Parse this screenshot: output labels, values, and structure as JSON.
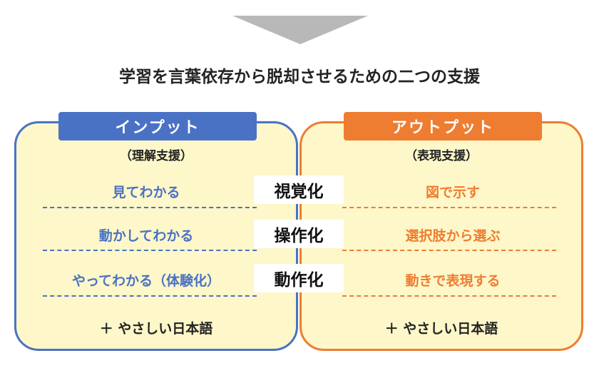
{
  "title": "学習を言葉依存から脱却させるための二つの支援",
  "colors": {
    "input": "#4a72c4",
    "output": "#ee7d31",
    "panel_fill": "#fdf7c9",
    "arrow": "#b8b8b8"
  },
  "input": {
    "label": "インプット",
    "subtitle": "（理解支援）",
    "items": [
      "見てわかる",
      "動かしてわかる",
      "やってわかる（体験化）"
    ],
    "footer": "＋ やさしい日本語"
  },
  "output": {
    "label": "アウトプット",
    "subtitle": "（表現支援）",
    "items": [
      "図で示す",
      "選択肢から選ぶ",
      "動きで表現する"
    ],
    "footer": "＋ やさしい日本語"
  },
  "center_labels": [
    "視覚化",
    "操作化",
    "動作化"
  ]
}
